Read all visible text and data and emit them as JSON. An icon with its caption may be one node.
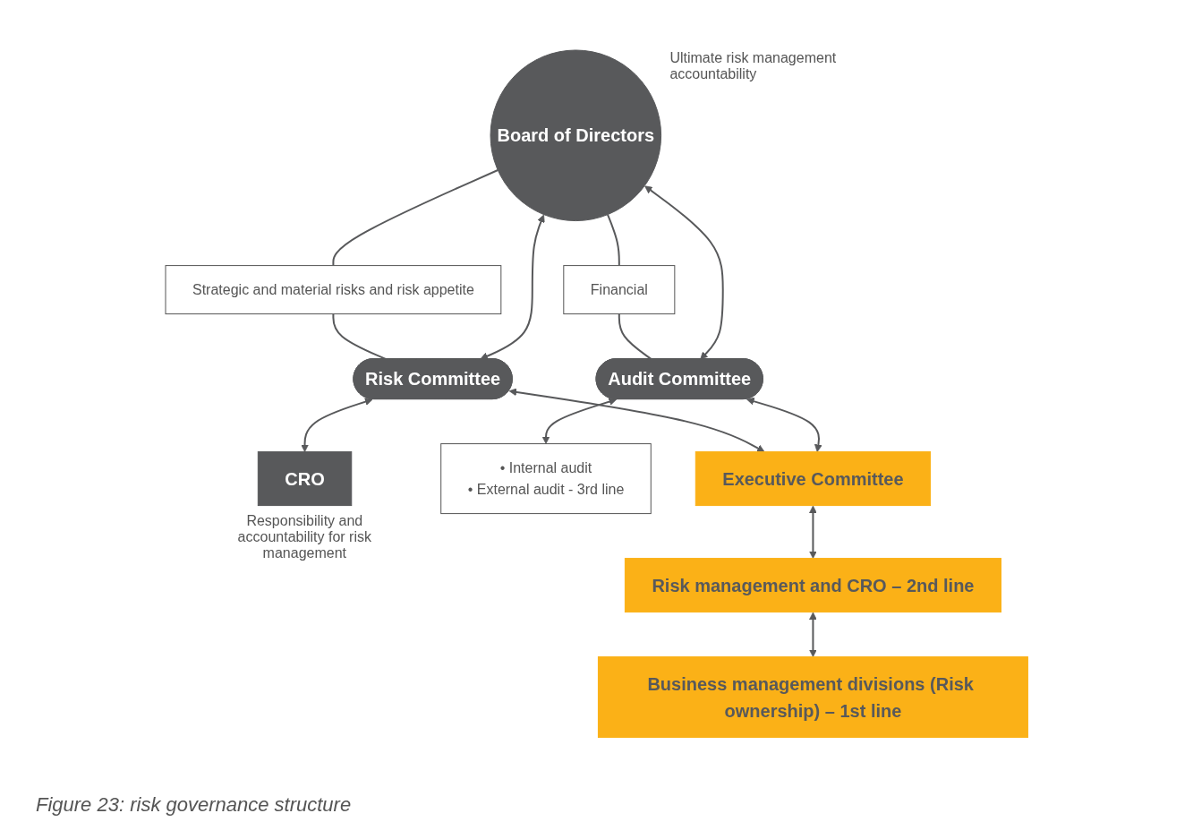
{
  "diagram": {
    "caption": "Figure 23: risk governance structure",
    "nodes": [
      {
        "text": [
          "Board of Directors"
        ],
        "beside": [
          "Ultimate risk management accountability"
        ]
      },
      {
        "text": [
          "Strategic and material risks and risk appetite"
        ]
      },
      {
        "text": [
          "Financial"
        ]
      },
      {
        "text": [
          "Risk Committee"
        ]
      },
      {
        "text": [
          "Audit Committee"
        ]
      },
      {
        "text": [
          "CRO"
        ],
        "beside": [
          "Responsibility and accountability for risk management"
        ]
      },
      {
        "text": [
          "• Internal audit",
          "• External audit - 3rd line"
        ]
      },
      {
        "text": [
          "Executive Committee"
        ]
      },
      {
        "text": [
          "Risk management and CRO – 2nd line"
        ]
      },
      {
        "text": [
          "Business management divisions (Risk ownership) – 1st line"
        ]
      }
    ],
    "edges": [
      {
        "from": 1,
        "to": 3,
        "arrow": "none"
      },
      {
        "from": 0,
        "to": 1,
        "arrow": "none"
      },
      {
        "from": 0,
        "to": 2,
        "arrow": "none"
      },
      {
        "from": 2,
        "to": 4,
        "arrow": "none"
      },
      {
        "from": 0,
        "to": 3,
        "arrow": "both"
      },
      {
        "from": 0,
        "to": 4,
        "arrow": "both"
      },
      {
        "from": 3,
        "to": 5,
        "arrow": "both"
      },
      {
        "from": 4,
        "to": 6,
        "arrow": "both"
      },
      {
        "from": 3,
        "to": 7,
        "arrow": "both"
      },
      {
        "from": 4,
        "to": 7,
        "arrow": "both"
      },
      {
        "from": 7,
        "to": 8,
        "arrow": "both"
      },
      {
        "from": 8,
        "to": 9,
        "arrow": "both"
      }
    ]
  }
}
